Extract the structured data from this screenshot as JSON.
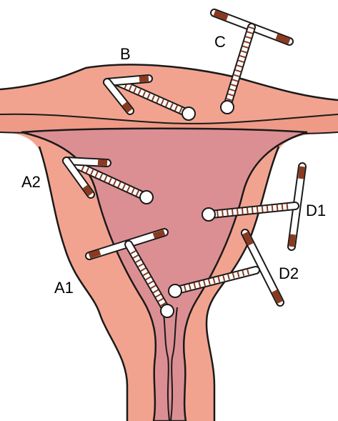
{
  "labels": {
    "a1": "A1",
    "a2": "A2",
    "b": "B",
    "c": "C",
    "d1": "D1",
    "d2": "D2"
  },
  "colors": {
    "outer_tissue": "#f2a38f",
    "outer_tissue_light": "#f7bfae",
    "cavity": "#dc8f93",
    "cavity_light": "#e8a6a8",
    "outline": "#1a1a1a",
    "iud_arm": "#ffffff",
    "iud_marking": "#8b3a1f"
  }
}
